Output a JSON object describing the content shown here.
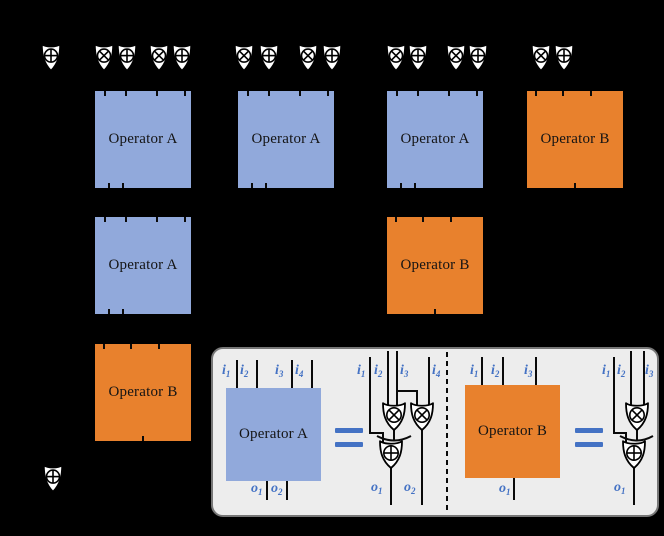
{
  "colors": {
    "operator_a_fill": "#91A9DB",
    "operator_b_fill": "#E8812D",
    "signal_label_blue": "#4472C4",
    "legend_background": "#EDEDED",
    "legend_border": "#777777",
    "canvas_background": "#000000",
    "shield_fill": "#FFFFFF",
    "wire_stroke": "#000000"
  },
  "labels": {
    "operator_a": "Operator A",
    "operator_b": "Operator B"
  },
  "icons": {
    "xor_shield": "⊕",
    "mul_shield": "⊗"
  },
  "legend": {
    "operator_a_block": {
      "inputs": [
        [
          "i",
          "1"
        ],
        [
          "i",
          "2"
        ],
        [
          "i",
          "3"
        ],
        [
          "i",
          "4"
        ]
      ],
      "outputs": [
        [
          "o",
          "1"
        ],
        [
          "o",
          "2"
        ]
      ]
    },
    "operator_a_circuit": {
      "inputs": [
        [
          "i",
          "1"
        ],
        [
          "i",
          "2"
        ],
        [
          "i",
          "3"
        ],
        [
          "i",
          "4"
        ]
      ],
      "outputs": [
        [
          "o",
          "1"
        ],
        [
          "o",
          "2"
        ]
      ]
    },
    "operator_b_block": {
      "inputs": [
        [
          "i",
          "1"
        ],
        [
          "i",
          "2"
        ],
        [
          "i",
          "3"
        ]
      ],
      "outputs": [
        [
          "o",
          "1"
        ]
      ]
    },
    "operator_b_circuit": {
      "inputs": [
        [
          "i",
          "1"
        ],
        [
          "i",
          "2"
        ],
        [
          "i",
          "3"
        ]
      ],
      "outputs": [
        [
          "o",
          "1"
        ]
      ]
    }
  }
}
